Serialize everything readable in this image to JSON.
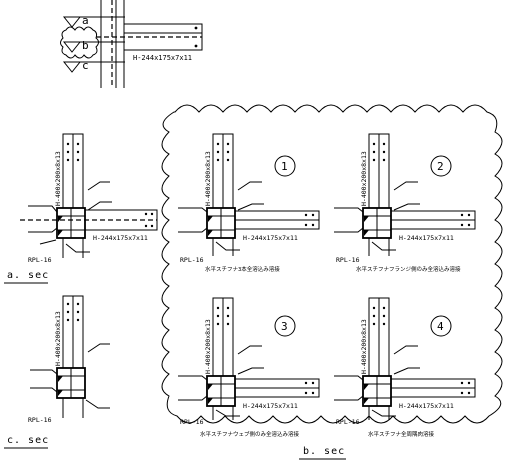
{
  "top_detail": {
    "markers": [
      "a",
      "b",
      "c"
    ],
    "beam_label": "H-244x175x7x11"
  },
  "details": {
    "a": {
      "column_label": "H-400x200x8x13",
      "plate_label": "RPL-16",
      "beam_label": "H-244x175x7x11",
      "section_label": "a. sec"
    },
    "c": {
      "column_label": "H-400x200x8x13",
      "plate_label": "RPL-16",
      "section_label": "c. sec"
    },
    "b": {
      "section_label": "b. sec",
      "options": [
        {
          "number": "1",
          "column_label": "H-400x200x8x13",
          "plate_label": "RPL-16",
          "beam_label": "H-244x175x7x11",
          "caption": "水平スチフナ3本全溶込み溶接"
        },
        {
          "number": "2",
          "column_label": "H-400x200x8x13",
          "plate_label": "RPL-16",
          "beam_label": "H-244x175x7x11",
          "caption": "水平スチフナフランジ側のみ全溶込み溶接"
        },
        {
          "number": "3",
          "column_label": "H-400x200x8x13",
          "plate_label": "RPL-16",
          "beam_label": "H-244x175x7x11",
          "caption": "水平スチフナウェブ側のみ全溶込み溶接"
        },
        {
          "number": "4",
          "column_label": "H-400x200x8x13",
          "plate_label": "RPL-16",
          "beam_label": "H-244x175x7x11",
          "caption": "水平スチフナ全周隅肉溶接"
        }
      ]
    }
  }
}
